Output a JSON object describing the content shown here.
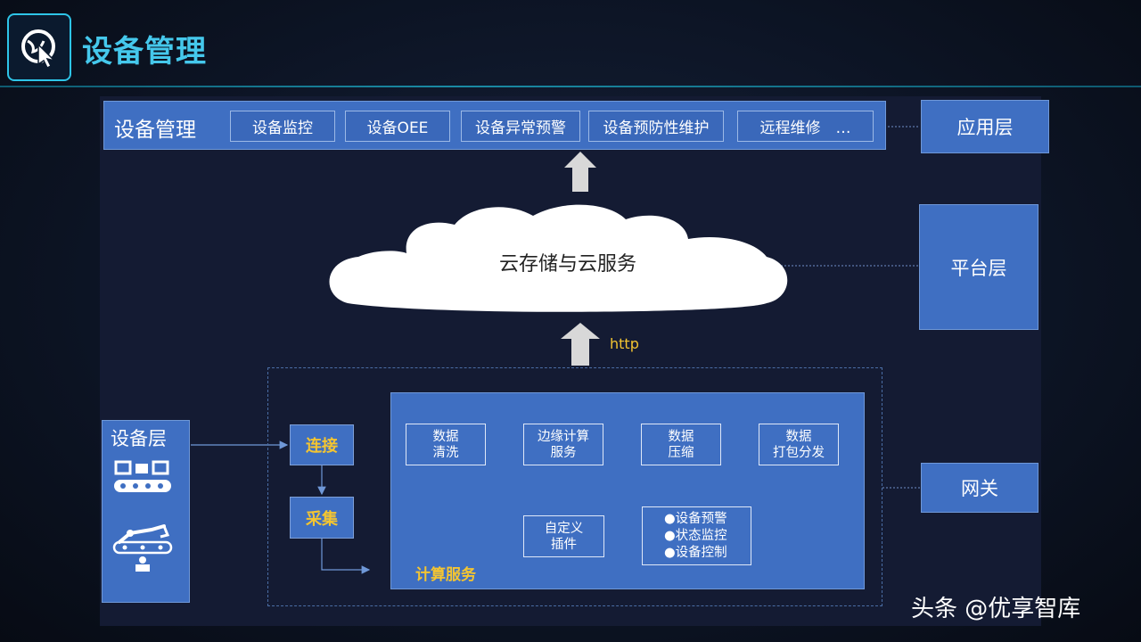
{
  "header": {
    "title": "设备管理",
    "logo_icon": "cursor-globe-icon",
    "accent_color": "#45c8ec"
  },
  "app_bar": {
    "title": "设备管理",
    "items": [
      "设备监控",
      "设备OEE",
      "设备异常预警",
      "设备预防性维护",
      "远程维修　…"
    ]
  },
  "layers": {
    "application": "应用层",
    "platform": "平台层",
    "gateway": "网关",
    "device": "设备层"
  },
  "cloud": {
    "label": "云存储与云服务",
    "protocol": "http"
  },
  "edge": {
    "connect": "连接",
    "collect": "采集",
    "compute_label": "计算服务",
    "nodes": {
      "clean": [
        "数据",
        "清洗"
      ],
      "edge_compute": [
        "边缘计算",
        "服务"
      ],
      "compress": [
        "数据",
        "压缩"
      ],
      "package": [
        "数据",
        "打包分发"
      ],
      "plugin": [
        "自定义",
        "插件"
      ]
    },
    "results": [
      "●设备预警",
      "●状态监控",
      "●设备控制"
    ]
  },
  "device_icons": [
    "conveyor-icon",
    "robot-arm-icon"
  ],
  "colors": {
    "box_blue": "#3f6fc2",
    "highlight_yellow": "#f4c531",
    "background": "#0d1526"
  },
  "footer": {
    "watermark": "头条 @优享智库"
  }
}
